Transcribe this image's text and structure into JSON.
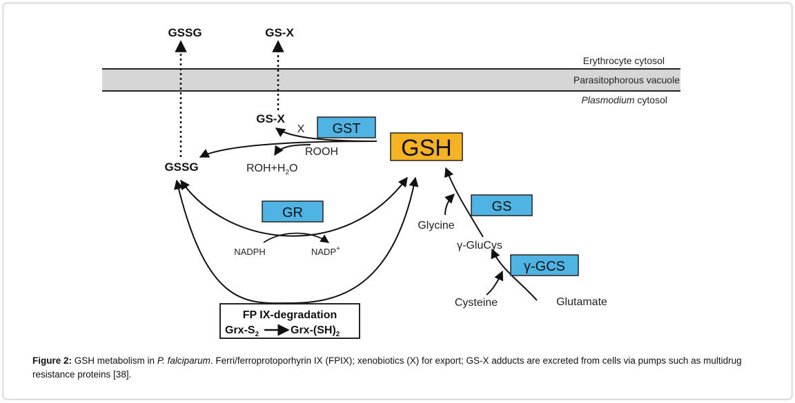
{
  "membrane": {
    "erythrocyte_label": "Erythrocyte cytosol",
    "vacuole_label": "Parasitophorous vacuole",
    "plasmodium_italic": "Plasmodium",
    "plasmodium_rest": " cytosol"
  },
  "exports": {
    "gssg_top": "GSSG",
    "gsx_top": "GS-X"
  },
  "nodes": {
    "gsx": "GS-X",
    "x": "X",
    "gst": "GST",
    "gsh": "GSH",
    "rooh": "ROOH",
    "gssg": "GSSG",
    "roh_a": "ROH+H",
    "roh_sub": "2",
    "roh_b": "O",
    "gr": "GR",
    "nadph": "NADPH",
    "nadp": "NADP",
    "nadp_sup": "+",
    "fp_line1": "FP IX-degradation",
    "grx_a": "Grx-S",
    "grx_sub1": "2",
    "grx_b": "Grx-(SH)",
    "grx_sub2": "2",
    "gs": "GS",
    "glycine": "Glycine",
    "gamma_glucys": "γ-GluCys",
    "gamma_gcs": "γ-GCS",
    "cysteine": "Cysteine",
    "glutamate": "Glutamate"
  },
  "colors": {
    "enzyme_fill": "#4fb3e3",
    "gsh_fill": "#f5b324",
    "membrane_fill": "#d6d6d6"
  },
  "caption": {
    "label": "Figure 2:",
    "text1": " GSH metabolism in ",
    "italic": "P. falciparum",
    "text2": ". Ferri/ferroprotoporhyrin IX (FPIX); xenobiotics (X) for export; GS-X adducts are excreted from cells via pumps such as multidrug resistance proteins [38]."
  }
}
